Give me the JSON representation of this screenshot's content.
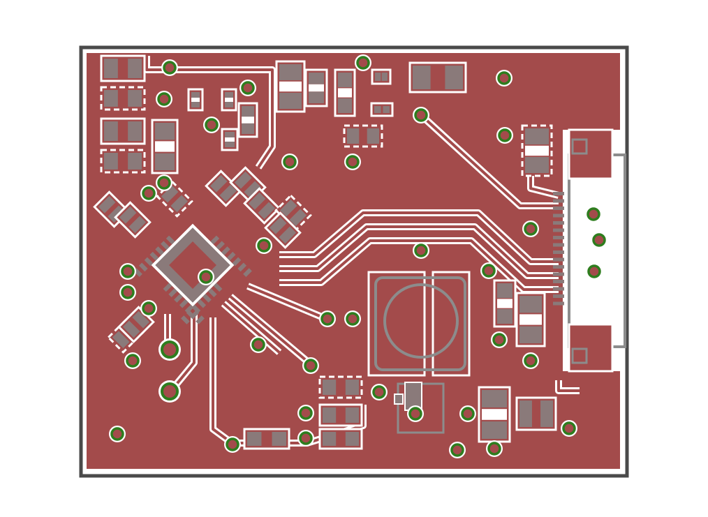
{
  "board": {
    "colors": {
      "background": "#ffffff",
      "outline": "#4a4a4a",
      "copper_pour": "#a34b4b",
      "pour_edge": "#ffffff",
      "trace": "#a34b4b",
      "pad": "#8a7a7a",
      "pad_light": "#ffffff",
      "via_ring": "#2e7d1e",
      "silkscreen": "#8c8c8c"
    },
    "layers": [
      "board-outline",
      "copper-pour",
      "traces",
      "pads",
      "vias",
      "silkscreen"
    ],
    "components": {
      "main_ic": "qfn-package",
      "inductor": "round-inductor",
      "edge_connector": "usb-connector",
      "regulator": "sot-package"
    }
  }
}
